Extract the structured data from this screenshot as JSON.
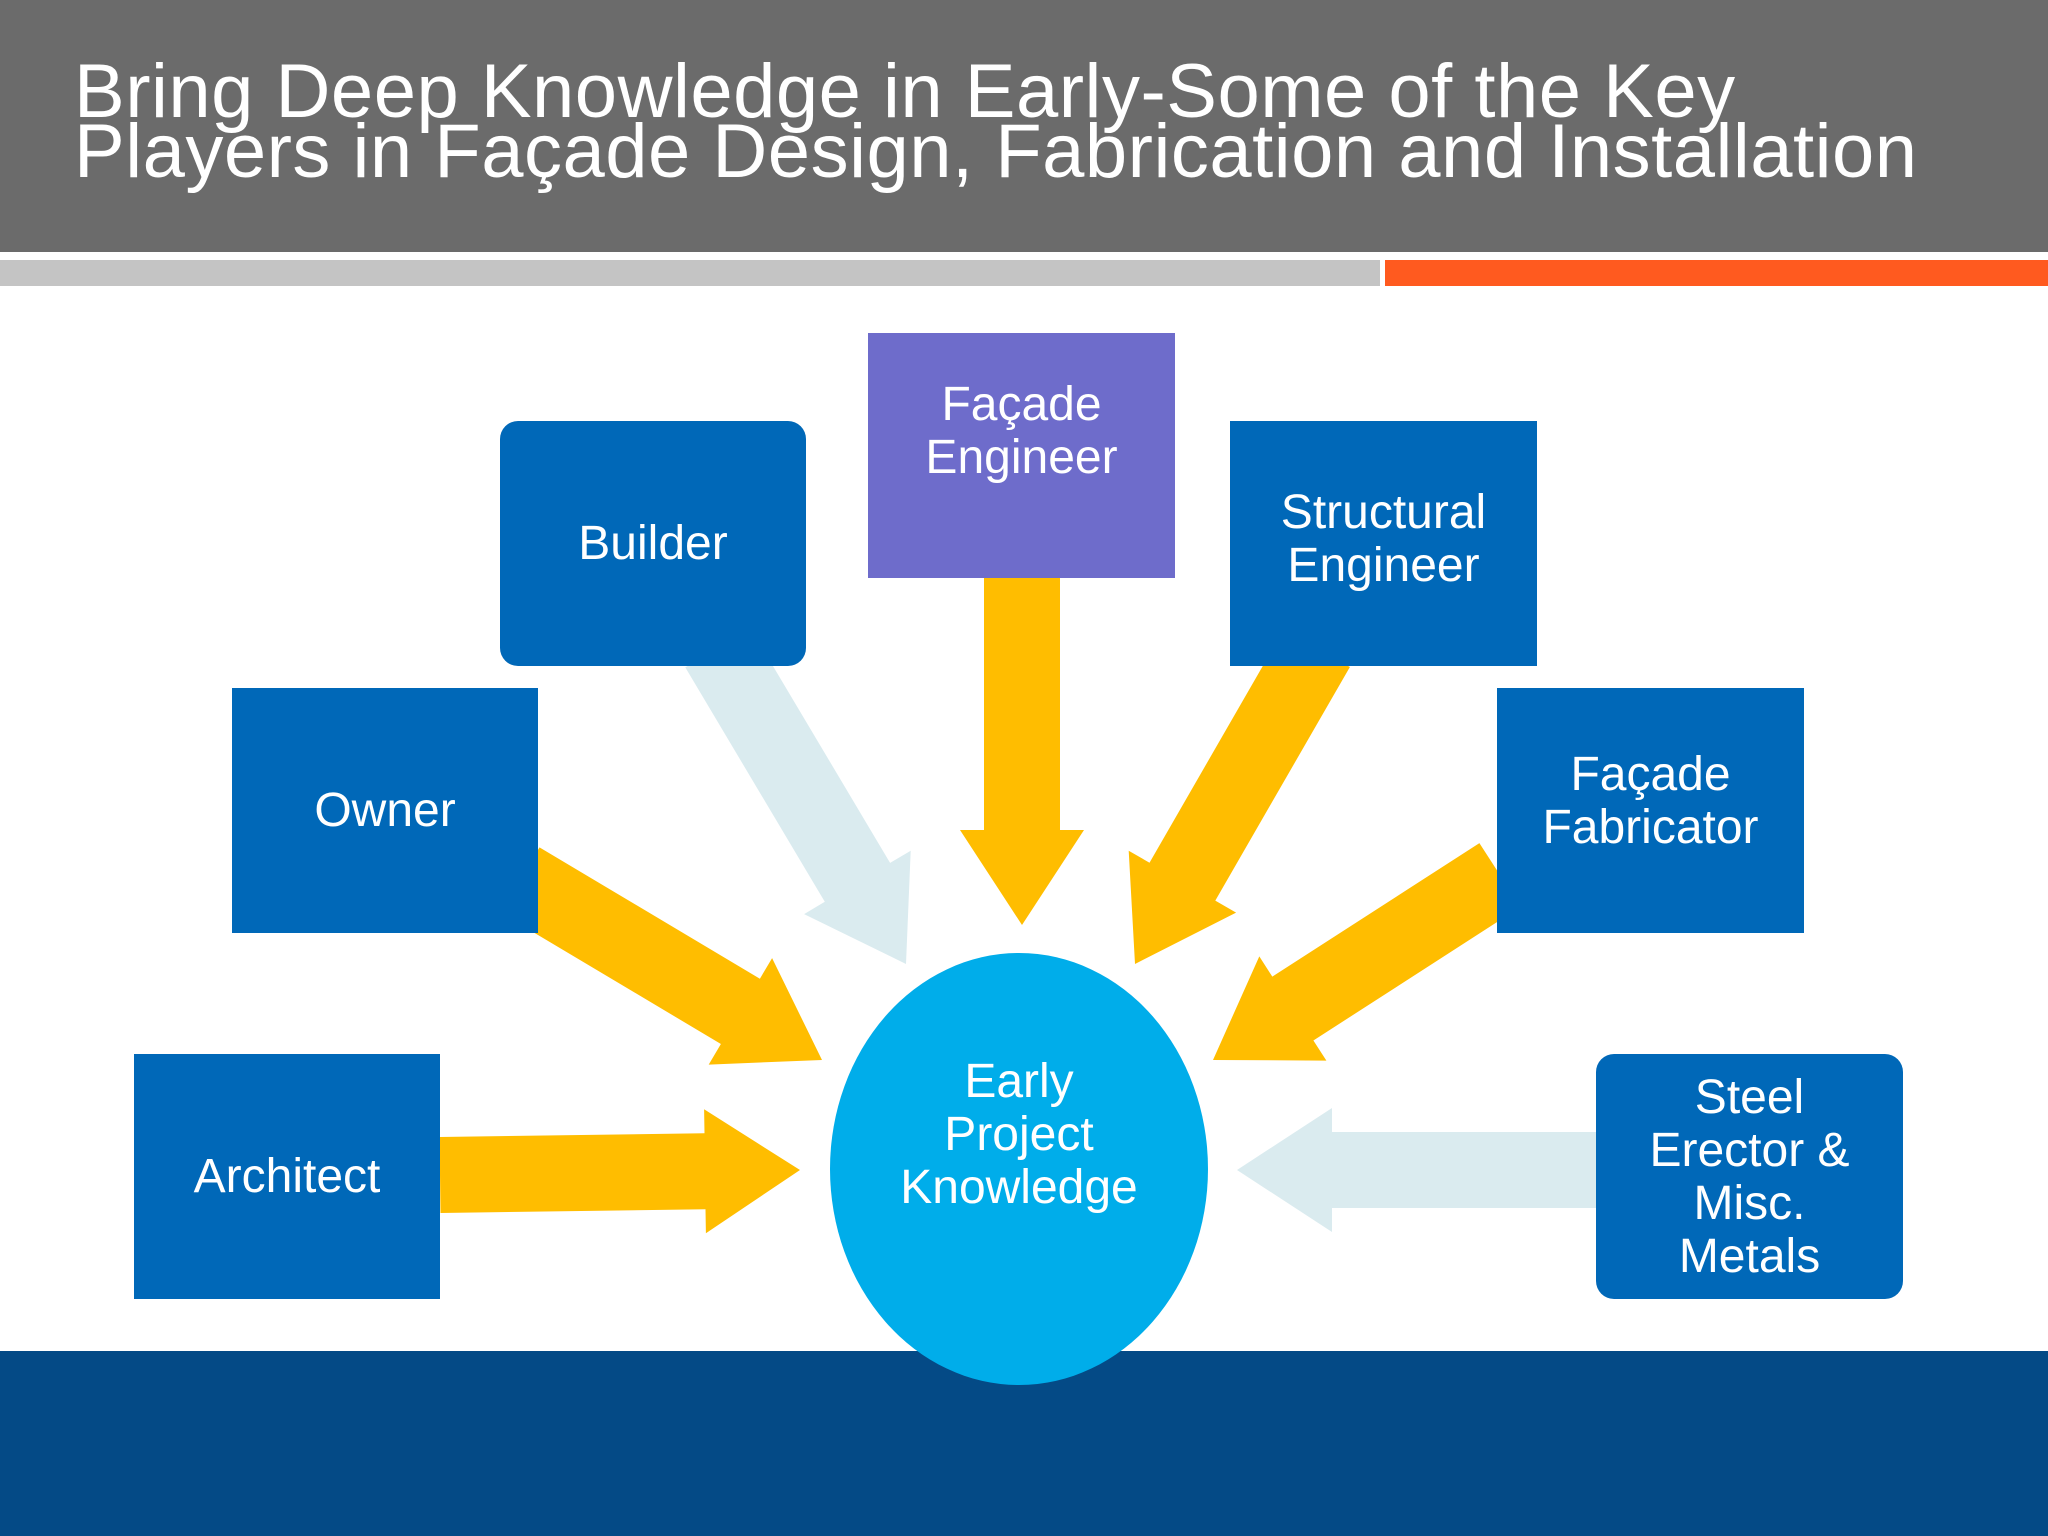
{
  "slide": {
    "title_line1": "Bring Deep Knowledge in Early-Some of the Key",
    "title_line2": "Players in Façade Design, Fabrication and Installation"
  },
  "colors": {
    "title_bar": "#6b6b6b",
    "rule_grey": "#c4c4c4",
    "rule_orange": "#ff5a1f",
    "footer": "#044a86",
    "box_blue": "#0068b8",
    "box_purple": "#6e6ccb",
    "hub": "#00adea",
    "arrow_gold": "#ffbd00",
    "arrow_pale": "#daebef"
  },
  "diagram": {
    "hub_label": "Early\nProject\nKnowledge",
    "players": [
      {
        "id": "architect",
        "label": "Architect",
        "color": "blue",
        "arrow": "gold"
      },
      {
        "id": "owner",
        "label": "Owner",
        "color": "blue",
        "arrow": "gold"
      },
      {
        "id": "builder",
        "label": "Builder",
        "color": "blue",
        "arrow": "pale"
      },
      {
        "id": "facade-engineer",
        "label": "Façade\nEngineer",
        "color": "purple",
        "arrow": "gold"
      },
      {
        "id": "structural-engineer",
        "label": "Structural\nEngineer",
        "color": "blue",
        "arrow": "gold"
      },
      {
        "id": "facade-fabricator",
        "label": "Façade\nFabricator",
        "color": "blue",
        "arrow": "gold"
      },
      {
        "id": "steel-erector",
        "label": "Steel\nErector &\nMisc.\nMetals",
        "color": "blue",
        "arrow": "pale"
      }
    ]
  }
}
